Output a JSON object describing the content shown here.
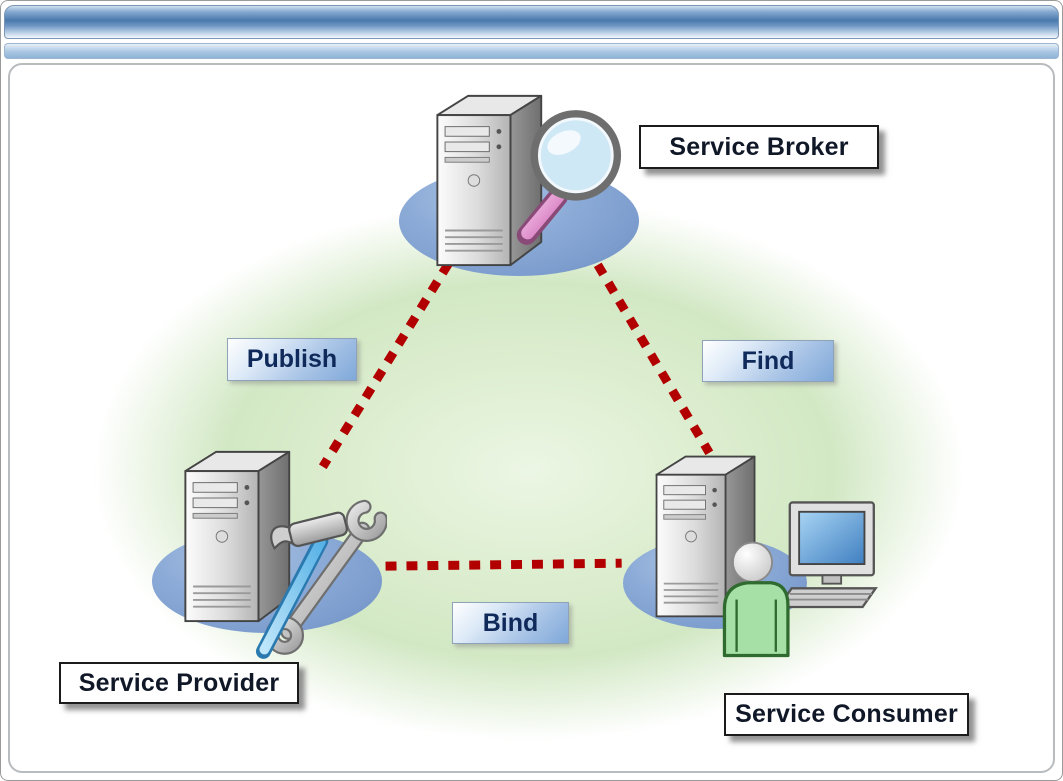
{
  "nodes": {
    "broker": {
      "label": "Service Broker"
    },
    "provider": {
      "label": "Service Provider"
    },
    "consumer": {
      "label": "Service Consumer"
    }
  },
  "edges": {
    "publish": {
      "label": "Publish"
    },
    "find": {
      "label": "Find"
    },
    "bind": {
      "label": "Bind"
    }
  },
  "icons": {
    "broker": [
      "server-icon",
      "magnifier-icon"
    ],
    "provider": [
      "server-icon",
      "hammer-wrench-icon"
    ],
    "consumer": [
      "server-icon",
      "person-computer-icon"
    ]
  },
  "colors": {
    "edge_color": "#b20000",
    "platform_color": "#7e9ecf",
    "ellipse_green": "#d2e8c4",
    "header_blue": "#4a79ad",
    "label_text": "#101828",
    "action_text": "#0f2a5a"
  }
}
